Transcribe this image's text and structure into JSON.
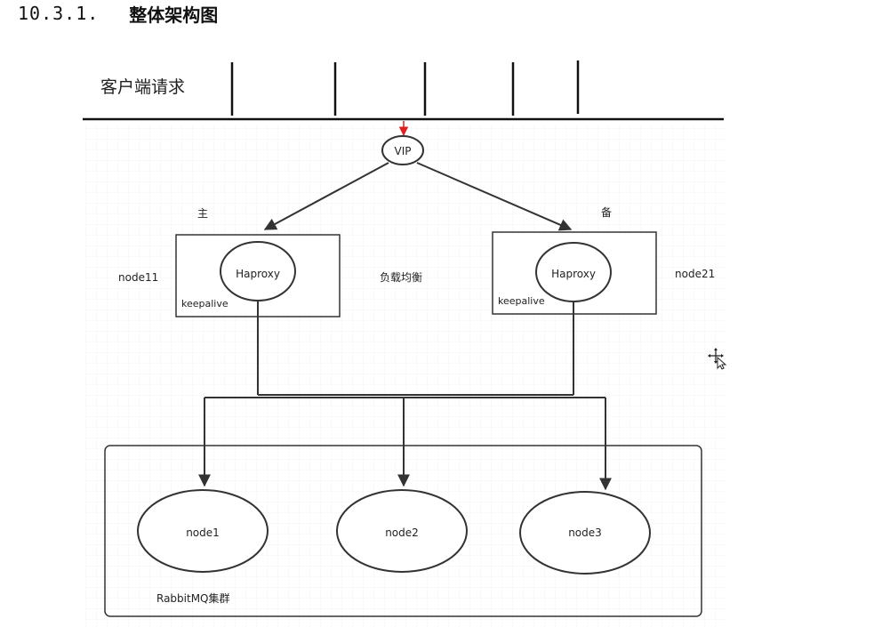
{
  "heading": {
    "number": "10.3.1.",
    "title": "整体架构图"
  },
  "diagram": {
    "client_label": "客户端请求",
    "vip_label": "VIP",
    "primary_label": "主",
    "backup_label": "备",
    "load_balance_label": "负载均衡",
    "left_node": {
      "name": "node11",
      "proxy": "Haproxy",
      "keepalive": "keepalive"
    },
    "right_node": {
      "name": "node21",
      "proxy": "Haproxy",
      "keepalive": "keepalive"
    },
    "cluster": {
      "label": "RabbitMQ集群",
      "nodes": [
        "node1",
        "node2",
        "node3"
      ]
    },
    "colors": {
      "line": "#333333",
      "vip_arrow": "#e02020",
      "grid": "#f1f1f1"
    }
  }
}
